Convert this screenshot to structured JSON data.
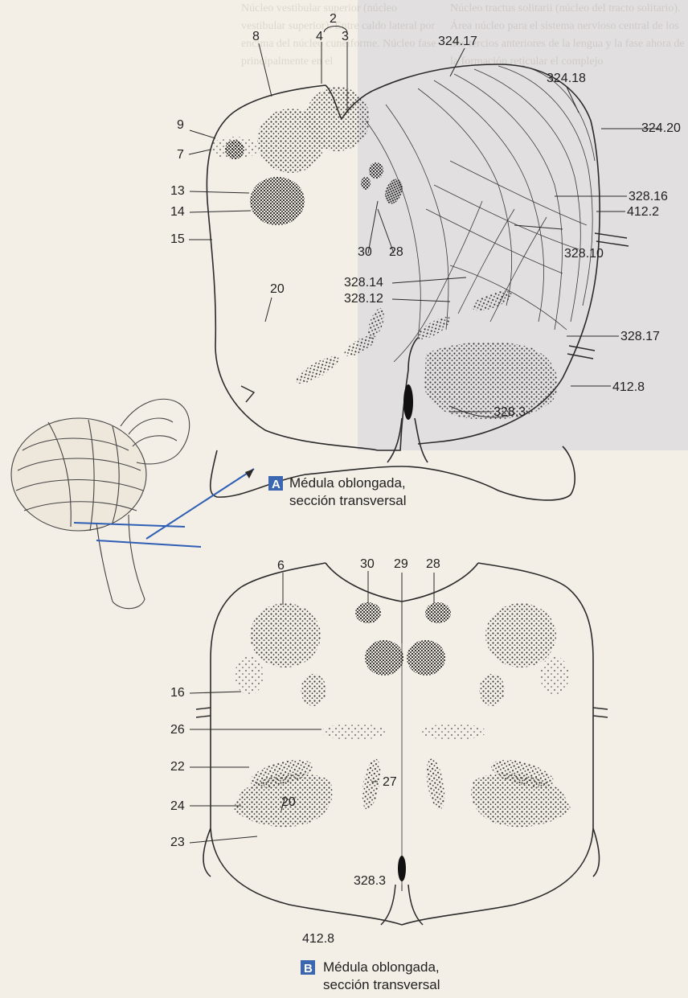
{
  "section_a": {
    "badge": "A",
    "caption_line1": "Médula oblongada,",
    "caption_line2": "sección transversal",
    "labels": {
      "l2": "2",
      "l4": "4",
      "l3": "3",
      "l8": "8",
      "l9": "9",
      "l7": "7",
      "l13": "13",
      "l14": "14",
      "l15": "15",
      "l20": "20",
      "l30": "30",
      "l28": "28",
      "l324_17": "324.17",
      "l324_18": "324.18",
      "l324_20": "324.20",
      "l328_16": "328.16",
      "l412_2": "412.2",
      "l328_10": "328.10",
      "l328_14": "328.14",
      "l328_12": "328.12",
      "l328_17": "328.17",
      "l412_8": "412.8",
      "l328_3": "328.3"
    }
  },
  "section_b": {
    "badge": "B",
    "caption_line1": "Médula oblongada,",
    "caption_line2": "sección transversal",
    "labels": {
      "l30": "30",
      "l29": "29",
      "l28": "28",
      "l6": "6",
      "l16": "16",
      "l26": "26",
      "l22": "22",
      "l24": "24",
      "l20": "20",
      "l23": "23",
      "l27": "27",
      "l328_3": "328.3",
      "l412_8": "412.8"
    }
  },
  "colors": {
    "line": "#2a2a2a",
    "stipple": "#3a3a3a",
    "badge": "#3b66b0",
    "section_line": "#2f5fb5"
  },
  "background_text": {
    "left_column": "Núcleo vestibular superior (núcleo vestibular superior). Entre caldo lateral por encima del núcleo cuneiforme. Núcleo fase principalmente en el ",
    "right_column": "Núcleo tractus solitarii (núcleo del tracto solitario). Área núcleo para el sistema nervioso central de los dos tercios anteriores de la lengua y la fase ahora de la formación reticular el complejo "
  }
}
